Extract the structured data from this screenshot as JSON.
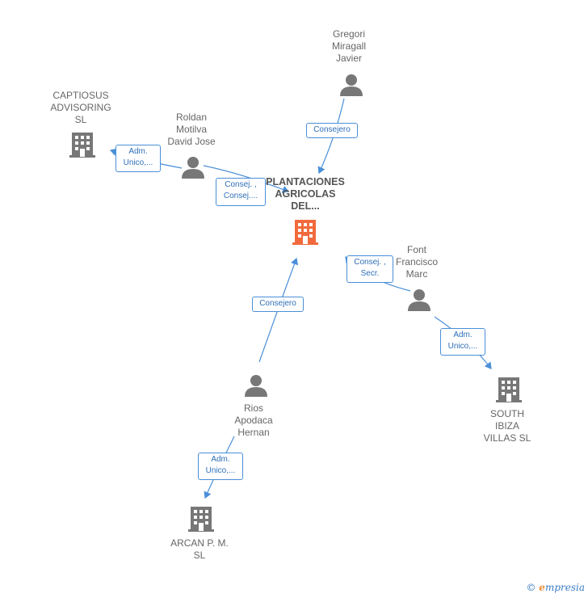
{
  "nodes": {
    "main": {
      "label": "PLANTACIONES\nAGRICOLAS\nDEL...",
      "icon": "building-icon",
      "color": "#f26a3c"
    },
    "captiosus": {
      "label": "CAPTIOSUS\nADVISORING\nSL",
      "icon": "building-icon"
    },
    "roldan": {
      "label": "Roldan\nMotilva\nDavid Jose",
      "icon": "person-icon"
    },
    "gregori": {
      "label": "Gregori\nMiragall\nJavier",
      "icon": "person-icon"
    },
    "font": {
      "label": "Font\nFrancisco\nMarc",
      "icon": "person-icon"
    },
    "south": {
      "label": "SOUTH\nIBIZA\nVILLAS  SL",
      "icon": "building-icon"
    },
    "rios": {
      "label": "Rios\nApodaca\nHernan",
      "icon": "person-icon"
    },
    "arcan": {
      "label": "ARCAN P. M.\nSL",
      "icon": "building-icon"
    }
  },
  "edges": {
    "roldan_captiosus": "Adm.\nUnico,...",
    "roldan_main": "Consej. ,\nConsej....",
    "gregori_main": "Consejero",
    "font_main": "Consej. ,\nSecr.",
    "font_south": "Adm.\nUnico,...",
    "rios_main": "Consejero",
    "rios_arcan": "Adm.\nUnico,..."
  },
  "colors": {
    "edge": "#4a8fd8",
    "node": "#777777",
    "main_node": "#f26a3c"
  },
  "footer": {
    "copyright": "©",
    "brand_e": "e",
    "brand_rest": "mpresia"
  }
}
